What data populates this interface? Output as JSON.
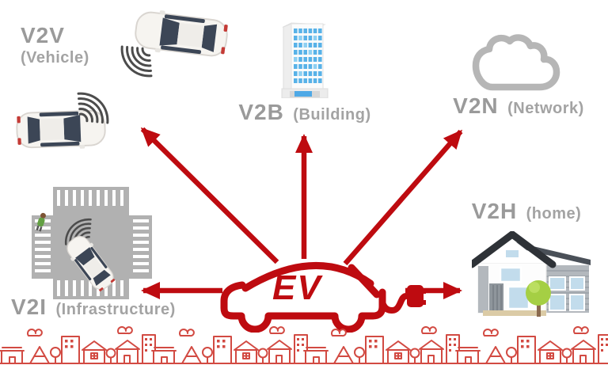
{
  "colors": {
    "accent_red": "#be0b10",
    "label_gray": "#9a9a9a",
    "road_gray": "#b1b1b1",
    "cloud_gray": "#b6b6b6",
    "window_blue": "#58b2e8",
    "skyline_red": "#d24a42"
  },
  "center": {
    "label": "EV"
  },
  "nodes": {
    "v2v": {
      "title": "V2V",
      "subtitle": "(Vehicle)"
    },
    "v2b": {
      "title": "V2B",
      "subtitle": "(Building)"
    },
    "v2n": {
      "title": "V2N",
      "subtitle": "(Network)"
    },
    "v2h": {
      "title": "V2H",
      "subtitle": "(home)"
    },
    "v2i": {
      "title": "V2I",
      "subtitle": "(Infrastructure)"
    }
  },
  "connections": [
    {
      "from": "EV",
      "to": "V2V"
    },
    {
      "from": "EV",
      "to": "V2B"
    },
    {
      "from": "EV",
      "to": "V2N"
    },
    {
      "from": "EV",
      "to": "V2I"
    },
    {
      "from": "EV",
      "to": "V2H"
    }
  ]
}
